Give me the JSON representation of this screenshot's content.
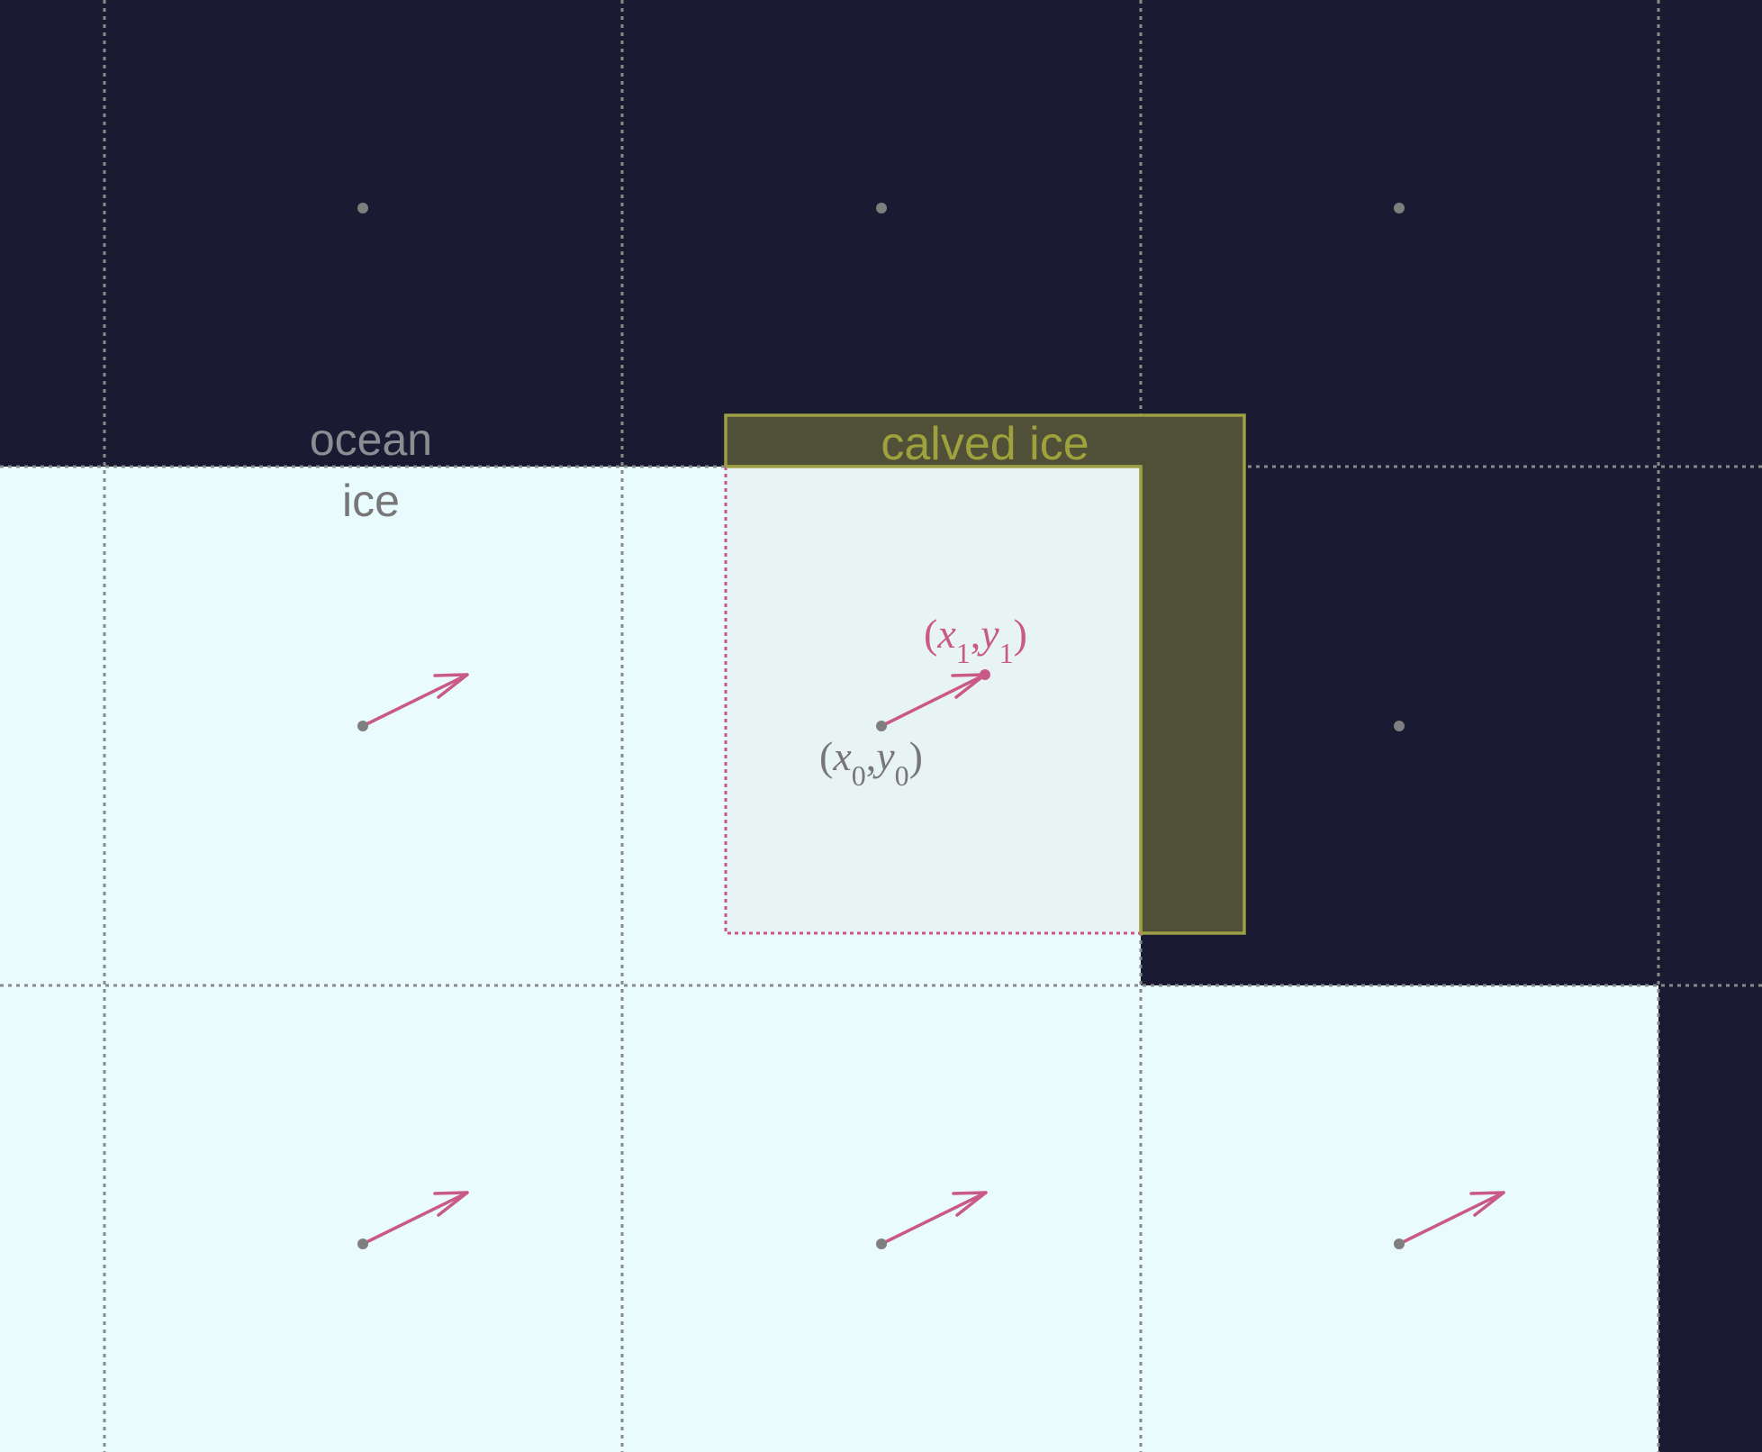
{
  "labels": {
    "ocean": "ocean",
    "ice": "ice",
    "calved_ice": "calved ice",
    "point0": {
      "open": "(",
      "x": "x",
      "sx": "0",
      "comma": ",",
      "y": "y",
      "sy": "0",
      "close": ")"
    },
    "point1": {
      "open": "(",
      "x": "x",
      "sx": "1",
      "comma": ",",
      "y": "y",
      "sy": "1",
      "close": ")"
    }
  },
  "colors": {
    "ocean": "#1b1a33",
    "ice": "#e9fbfc",
    "calved": "#504f37",
    "calved_edge": "#9d9f45",
    "calved_text": "#9ea23c",
    "moved_cell": "#e8f3f4",
    "grid": "#8a8a8a",
    "node": "#7f7f7f",
    "arrow": "#c85a85",
    "ocean_text": "#8c8c93",
    "ice_text": "#777777"
  }
}
